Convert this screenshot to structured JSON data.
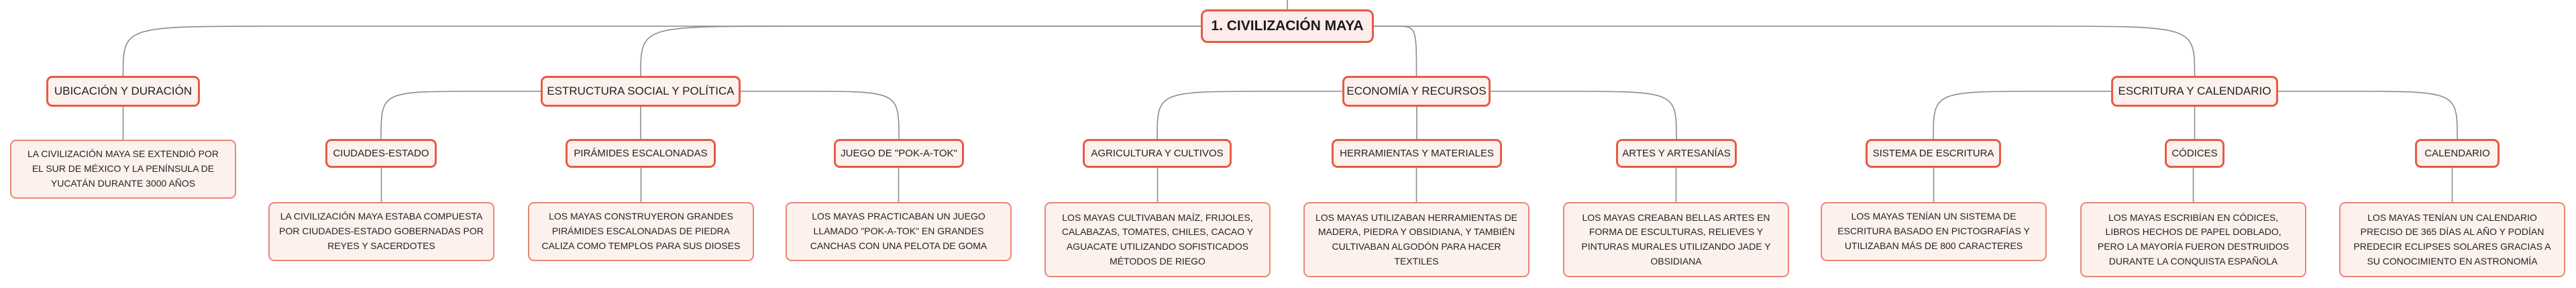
{
  "root": {
    "label": "1. CIVILIZACIÓN MAYA"
  },
  "topics": [
    {
      "id": "ubicacion",
      "label": "UBICACIÓN Y DURACIÓN"
    },
    {
      "id": "estructura",
      "label": "ESTRUCTURA SOCIAL Y POLÍTICA"
    },
    {
      "id": "economia",
      "label": "ECONOMÍA Y RECURSOS"
    },
    {
      "id": "escritura",
      "label": "ESCRITURA Y CALENDARIO"
    }
  ],
  "subtopics": [
    {
      "id": "ciudades",
      "label": "CIUDADES-ESTADO"
    },
    {
      "id": "piramides",
      "label": "PIRÁMIDES ESCALONADAS"
    },
    {
      "id": "juego",
      "label": "JUEGO DE \"POK-A-TOK\""
    },
    {
      "id": "agricultura",
      "label": "AGRICULTURA Y CULTIVOS"
    },
    {
      "id": "herramientas",
      "label": "HERRAMIENTAS Y MATERIALES"
    },
    {
      "id": "artes",
      "label": "ARTES Y ARTESANÍAS"
    },
    {
      "id": "sistema",
      "label": "SISTEMA DE ESCRITURA"
    },
    {
      "id": "codices",
      "label": "CÓDICES"
    },
    {
      "id": "calendario",
      "label": "CALENDARIO"
    }
  ],
  "leaves": [
    {
      "id": "leaf_ubicacion",
      "text": "LA CIVILIZACIÓN MAYA SE EXTENDIÓ POR EL SUR DE MÉXICO Y LA PENÍNSULA DE YUCATÁN DURANTE 3000 AÑOS"
    },
    {
      "id": "leaf_ciudades",
      "text": "LA CIVILIZACIÓN MAYA ESTABA COMPUESTA POR CIUDADES-ESTADO GOBERNADAS POR REYES Y SACERDOTES"
    },
    {
      "id": "leaf_piramides",
      "text": "LOS MAYAS CONSTRUYERON GRANDES PIRÁMIDES ESCALONADAS DE PIEDRA CALIZA COMO TEMPLOS PARA SUS DIOSES"
    },
    {
      "id": "leaf_juego",
      "text": "LOS MAYAS PRACTICABAN UN JUEGO LLAMADO \"POK-A-TOK\" EN GRANDES CANCHAS CON UNA PELOTA DE GOMA"
    },
    {
      "id": "leaf_agricultura",
      "text": "LOS MAYAS CULTIVABAN MAÍZ, FRIJOLES, CALABAZAS, TOMATES, CHILES, CACAO Y AGUACATE UTILIZANDO SOFISTICADOS MÉTODOS DE RIEGO"
    },
    {
      "id": "leaf_herramientas",
      "text": "LOS MAYAS UTILIZABAN HERRAMIENTAS DE MADERA, PIEDRA Y OBSIDIANA, Y TAMBIÉN CULTIVABAN ALGODÓN PARA HACER TEXTILES"
    },
    {
      "id": "leaf_artes",
      "text": "LOS MAYAS CREABAN BELLAS ARTES EN FORMA DE ESCULTURAS, RELIEVES Y PINTURAS MURALES UTILIZANDO JADE Y OBSIDIANA"
    },
    {
      "id": "leaf_sistema",
      "text": "LOS MAYAS TENÍAN UN SISTEMA DE ESCRITURA BASADO EN PICTOGRAFÍAS Y UTILIZABAN MÁS DE 800 CARACTERES"
    },
    {
      "id": "leaf_codices",
      "text": "LOS MAYAS ESCRIBÍAN EN CÓDICES, LIBROS HECHOS DE PAPEL DOBLADO, PERO LA MAYORÍA FUERON DESTRUIDOS DURANTE LA CONQUISTA ESPAÑOLA"
    },
    {
      "id": "leaf_calendario",
      "text": "LOS MAYAS TENÍAN UN CALENDARIO PRECISO DE 365 DÍAS AL AÑO Y PODÍAN PREDECIR ECLIPSES SOLARES GRACIAS A SU CONOCIMIENTO EN ASTRONOMÍA"
    }
  ],
  "colors": {
    "accent": "#e55b45",
    "fill": "#fdf1ee",
    "line": "#8c8c8c"
  }
}
